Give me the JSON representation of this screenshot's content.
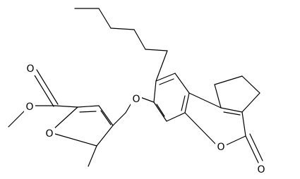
{
  "structure": {
    "atom_labels": {
      "o_ester_methoxy": "O",
      "o_ester_carbonyl": "O",
      "o_furan": "O",
      "o_ether": "O",
      "o_lactone_ring": "O",
      "o_lactone_carbonyl": "O"
    },
    "colors": {
      "bond": "#000000",
      "label": "#000000",
      "background": "#ffffff"
    }
  }
}
